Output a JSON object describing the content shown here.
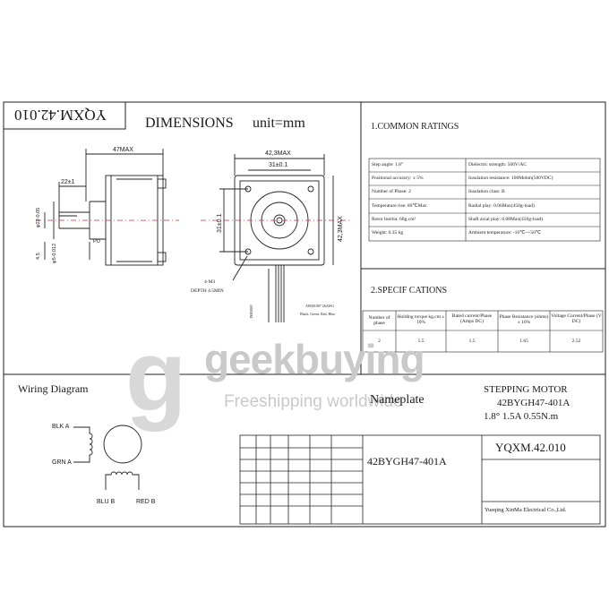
{
  "drawing_code": "YQXM.42.010",
  "dimensions_title": "DIMENSIONS",
  "dimensions_unit": "unit=mm",
  "dims": {
    "length_max": "47MAX",
    "width_max": "42,3MAX",
    "height_max": "42,3MAX",
    "hole_spacing_h": "31±0.1",
    "hole_spacing_v": "31±0.1",
    "shaft_len": "22±1",
    "boss_dia": "φ22-0.05",
    "shaft_dia": "φ5-0.012",
    "flat": "4.5",
    "small_dim": "PO",
    "screw": "4-M3",
    "depth": "DEPTH 4.5MIN",
    "lead_len": "1000MM",
    "lead_note": "AWM1007 26AWG",
    "lead_colors": "Black, Green, Red, Blue"
  },
  "common": {
    "title": "1.COMMON RATINGS",
    "rows": [
      [
        "Step angle: 1.8°",
        "Dielectric strength: 500V/AC"
      ],
      [
        "Positional accuracy: ± 5%",
        "Insulation resistance: 100Mohm(500VDC)"
      ],
      [
        "Number of Phase: 2",
        "Insulation class: B"
      ],
      [
        "Temperature rise: 80℃Max",
        "Radial play: 0.06Max(450g-load)"
      ],
      [
        "Rotor Inertia: 68g.cm²",
        "Shaft axial play: 0.08Max(450g-load)"
      ],
      [
        "Weight: 0.35 kg",
        "Ambient temperature: -10℃~+50℃"
      ]
    ]
  },
  "spec": {
    "title": "2.SPECIF CATIONS",
    "headers": [
      "Number of phase",
      "Holding torque kg.cm ± 10%",
      "Rated current/Phase (Amps DC)",
      "Phase Resistance (ohms) ± 10%",
      "Voltage Current/Phase (V DC)"
    ],
    "values": [
      "2",
      "5.5",
      "1.5",
      "1.65",
      "2.52"
    ]
  },
  "wiring": {
    "title": "Wiring Diagram",
    "labels": [
      "BLK A",
      "GRN A",
      "BLU B",
      "RED B"
    ]
  },
  "nameplate": {
    "title": "Nameplate",
    "line1": "STEPPING MOTOR",
    "line2": "42BYGH47-401A",
    "line3": "1.8°  1.5A  0.55N.m",
    "model": "42BYGH47-401A",
    "code": "YQXM.42.010",
    "company": "Yueqing XinMa Electrical Co.,Ltd."
  },
  "watermark": {
    "brand": "geekbuying",
    "tagline": "Freeshipping worldwide"
  },
  "colors": {
    "line": "#222222",
    "center": "#d23030",
    "watermark": "#cccccc"
  }
}
